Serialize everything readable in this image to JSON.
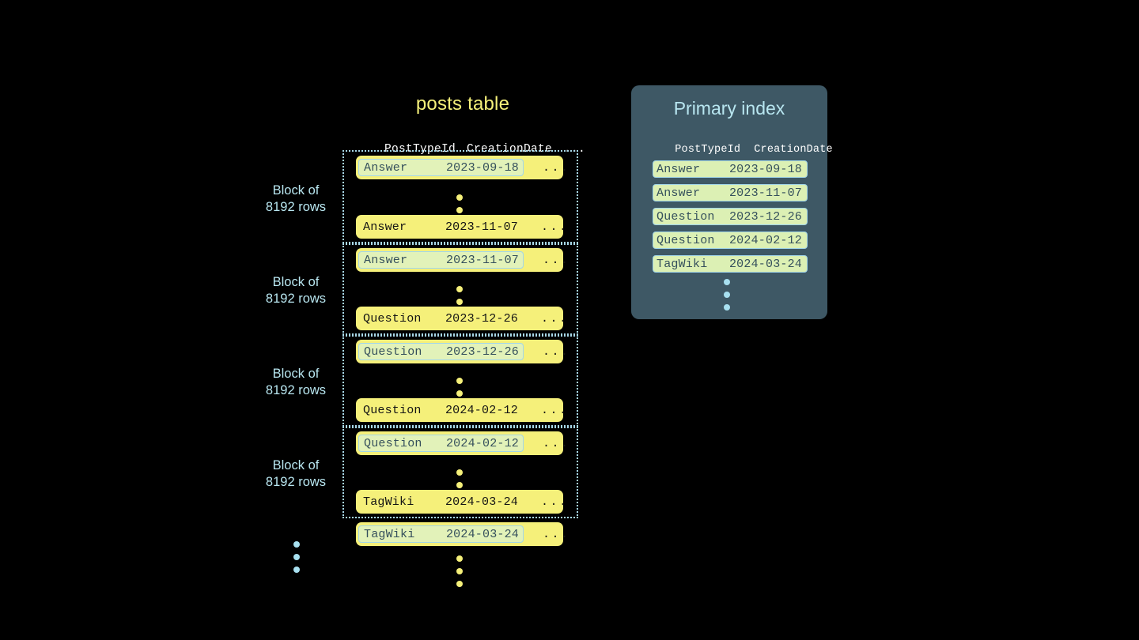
{
  "background_color": "#000000",
  "colors": {
    "row_yellow": "#f5f07a",
    "highlight_green": "#e2f2b9",
    "highlight_border_blue": "#a2d6e9",
    "block_border_blue": "#a8d8e8",
    "label_blue": "#b8e6f0",
    "panel_slate": "#3e5865",
    "index_pill_green": "#dcf0b4",
    "dot_yellow": "#f5f07a",
    "dot_blue": "#a8e0f0",
    "header_white": "#ffffff",
    "row_text_dark": "#141414",
    "highlight_text_slate": "#35505c"
  },
  "posts_table": {
    "title": "posts table",
    "columns": [
      "PostTypeId",
      "CreationDate",
      "..."
    ],
    "ellipsis": "...",
    "blocks": [
      {
        "label_line1": "Block of",
        "label_line2": "8192 rows",
        "first_row": {
          "post_type_id": "Answer",
          "creation_date": "2023-09-18",
          "rest": "...",
          "highlighted": true
        },
        "last_row": {
          "post_type_id": "Answer",
          "creation_date": "2023-11-07",
          "rest": "...",
          "highlighted": false
        }
      },
      {
        "label_line1": "Block of",
        "label_line2": "8192 rows",
        "first_row": {
          "post_type_id": "Answer",
          "creation_date": "2023-11-07",
          "rest": "...",
          "highlighted": true
        },
        "last_row": {
          "post_type_id": "Question",
          "creation_date": "2023-12-26",
          "rest": "...",
          "highlighted": false
        }
      },
      {
        "label_line1": "Block of",
        "label_line2": "8192 rows",
        "first_row": {
          "post_type_id": "Question",
          "creation_date": "2023-12-26",
          "rest": "...",
          "highlighted": true
        },
        "last_row": {
          "post_type_id": "Question",
          "creation_date": "2024-02-12",
          "rest": "...",
          "highlighted": false
        }
      },
      {
        "label_line1": "Block of",
        "label_line2": "8192 rows",
        "first_row": {
          "post_type_id": "Question",
          "creation_date": "2024-02-12",
          "rest": "...",
          "highlighted": true
        },
        "last_row": {
          "post_type_id": "TagWiki",
          "creation_date": "2024-03-24",
          "rest": "...",
          "highlighted": false
        }
      }
    ],
    "trailing_row": {
      "post_type_id": "TagWiki",
      "creation_date": "2024-03-24",
      "rest": "...",
      "highlighted": true
    }
  },
  "primary_index": {
    "title": "Primary index",
    "columns": [
      "PostTypeId",
      "CreationDate"
    ],
    "entries": [
      {
        "post_type_id": "Answer",
        "creation_date": "2023-09-18"
      },
      {
        "post_type_id": "Answer",
        "creation_date": "2023-11-07"
      },
      {
        "post_type_id": "Question",
        "creation_date": "2023-12-26"
      },
      {
        "post_type_id": "Question",
        "creation_date": "2024-02-12"
      },
      {
        "post_type_id": "TagWiki",
        "creation_date": "2024-03-24"
      }
    ]
  }
}
